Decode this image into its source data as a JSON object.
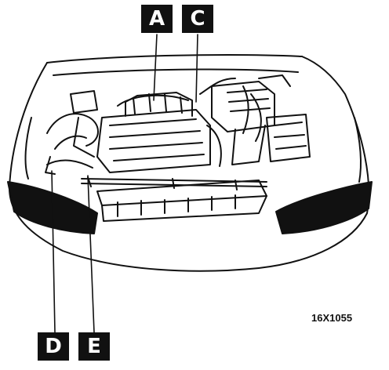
{
  "callouts": {
    "a": "A",
    "c": "C",
    "d": "D",
    "e": "E"
  },
  "figure_code": "16X1055"
}
